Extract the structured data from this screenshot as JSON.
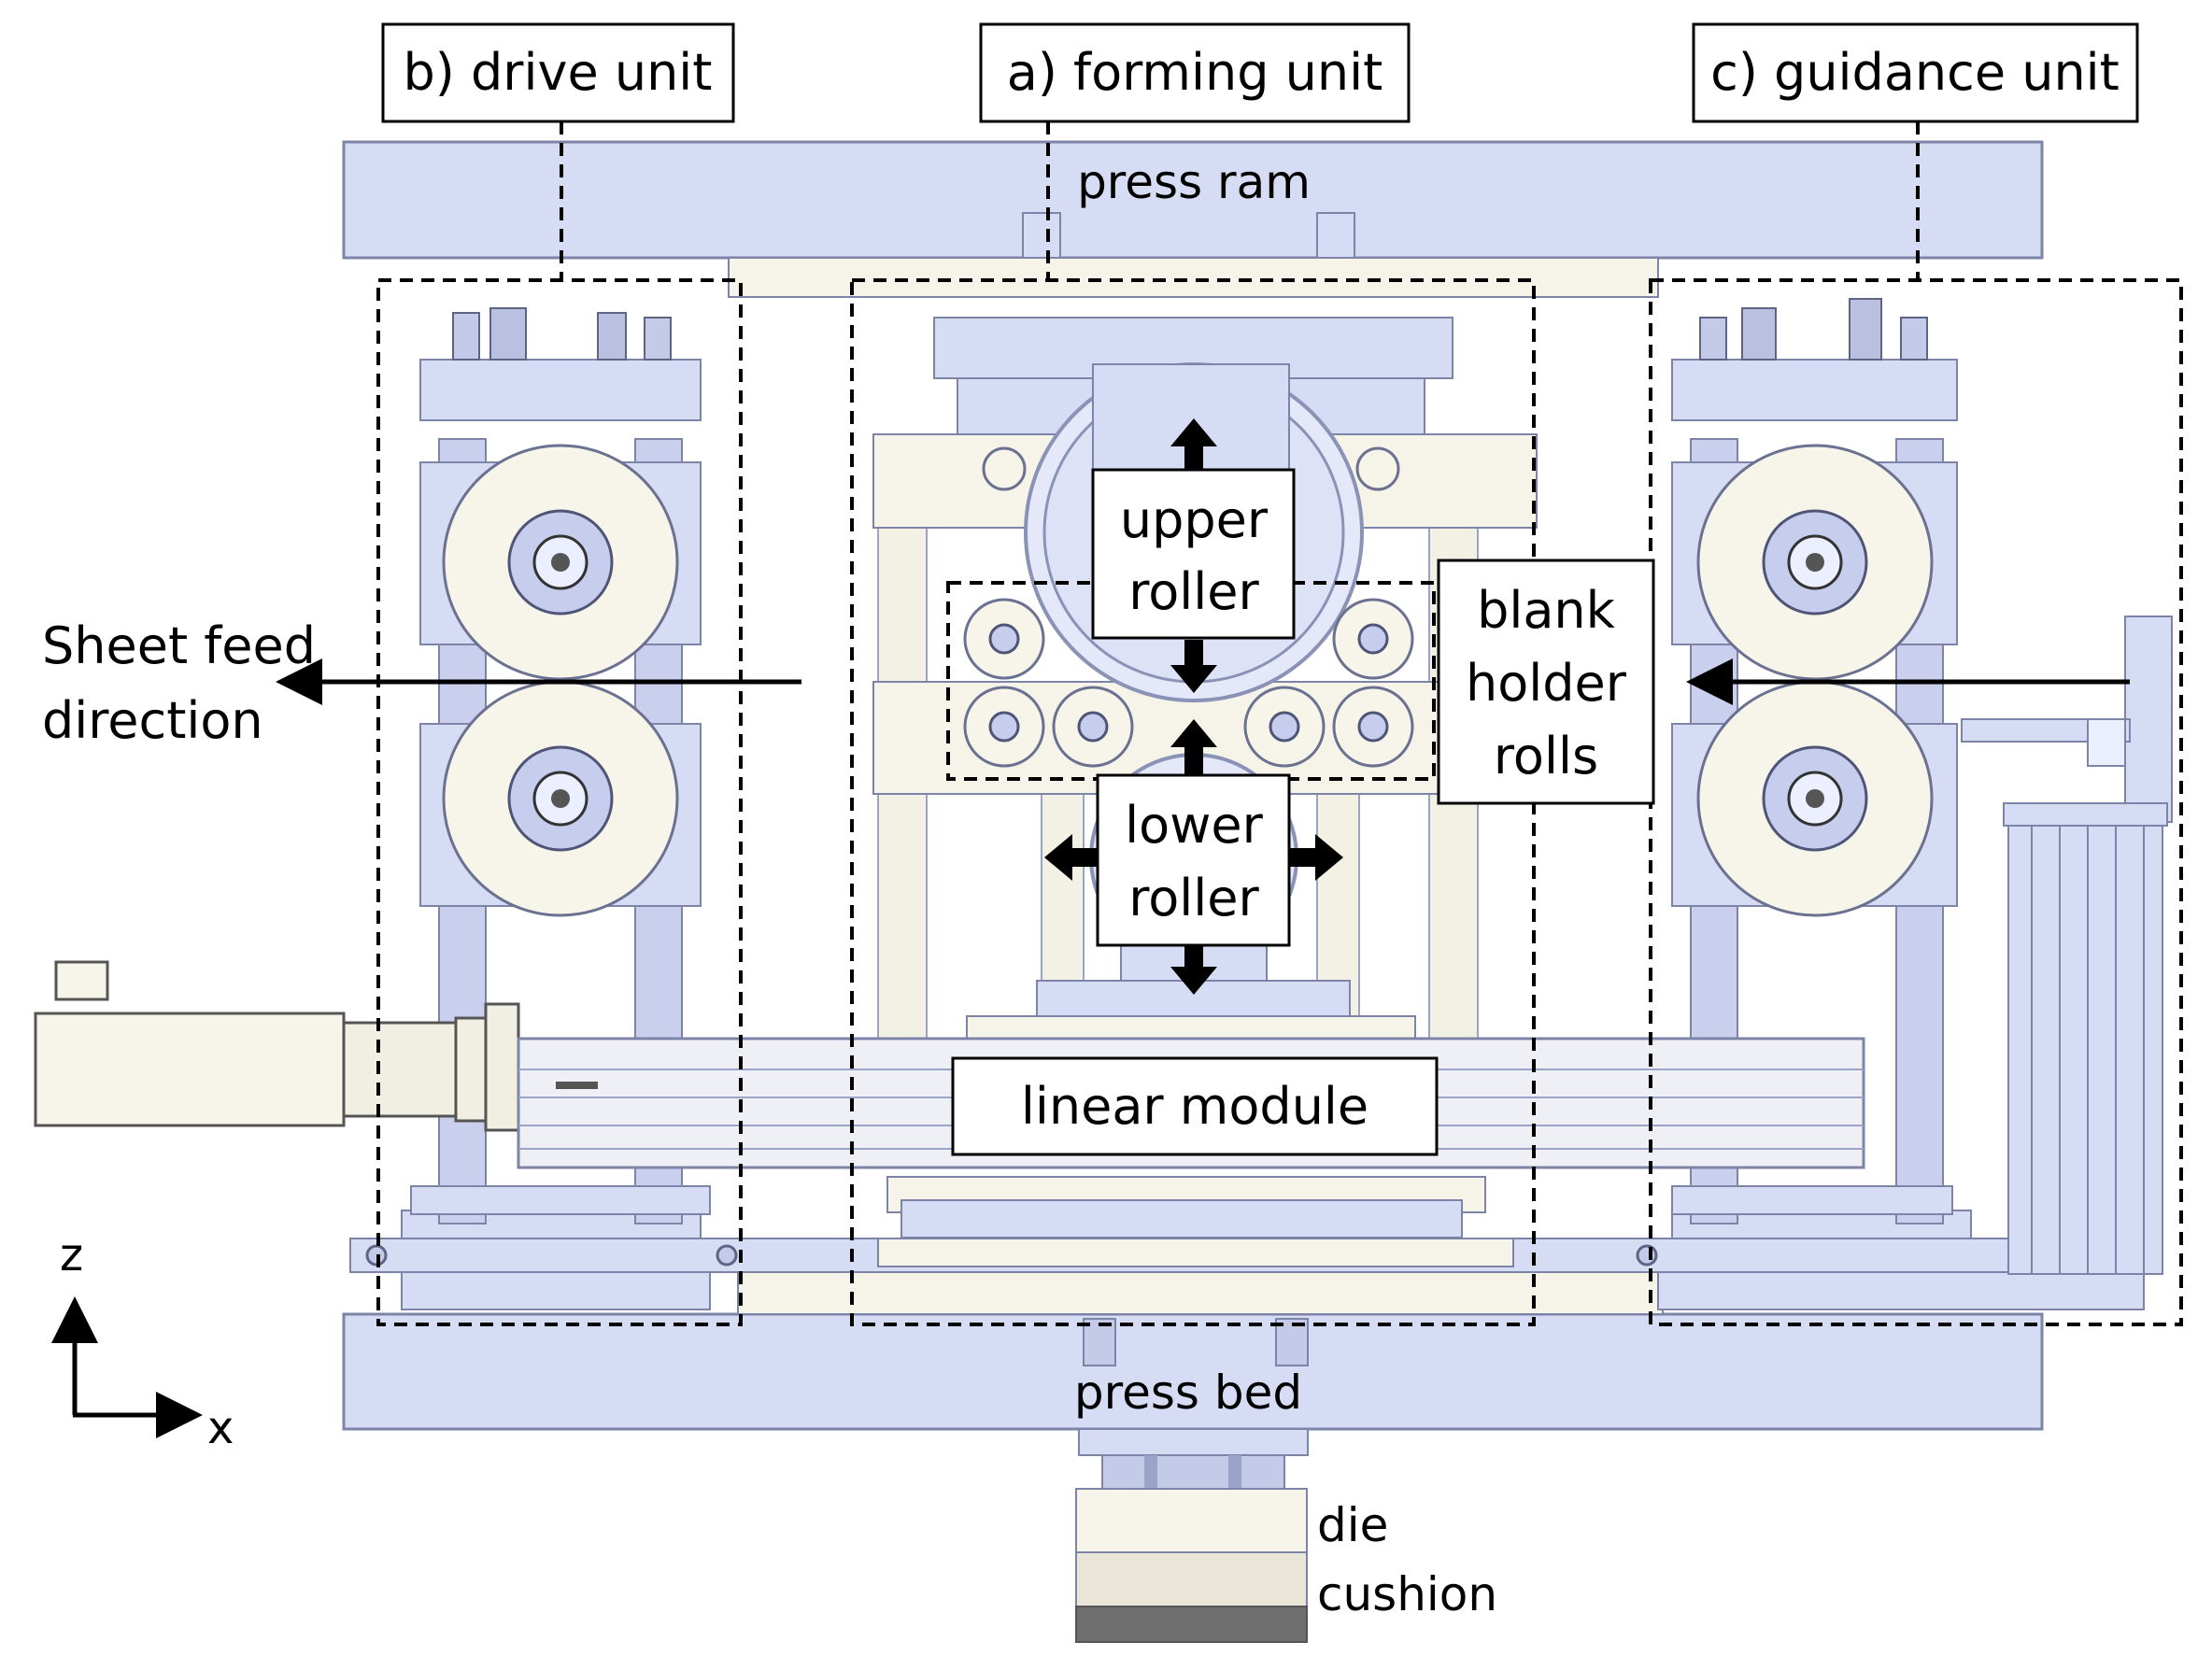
{
  "units": {
    "forming": "a) forming unit",
    "drive": "b) drive unit",
    "guidance": "c) guidance unit"
  },
  "labels": {
    "press_ram": "press ram",
    "press_bed": "press bed",
    "upper_roller": [
      "upper",
      "roller"
    ],
    "lower_roller": [
      "lower",
      "roller"
    ],
    "blank_holder": [
      "blank",
      "holder",
      "rolls"
    ],
    "linear_module": "linear module",
    "sheet_feed": [
      "Sheet feed",
      "direction"
    ],
    "die_cushion": [
      "die",
      "cushion"
    ]
  },
  "axes": {
    "vertical": "z",
    "horizontal": "x"
  },
  "colors": {
    "machine_blue": "#d4daf2",
    "machine_blue_dark": "#9aa3c8",
    "roller_cream": "#f7f5ea",
    "outline": "#5d6486"
  }
}
